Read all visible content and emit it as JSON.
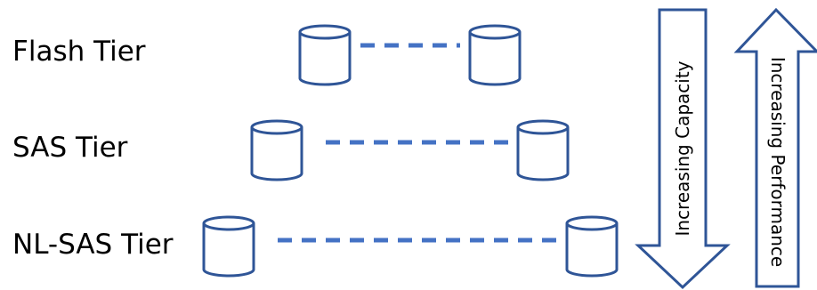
{
  "tiers": [
    {
      "label": "Flash Tier"
    },
    {
      "label": "SAS Tier"
    },
    {
      "label": "NL-SAS Tier"
    }
  ],
  "arrows": {
    "capacity": {
      "label": "Increasing Capacity",
      "direction": "down"
    },
    "performance": {
      "label": "Increasing Performance",
      "direction": "up"
    }
  },
  "colors": {
    "cylinder_stroke": "#2F5597",
    "dash": "#4472C4",
    "arrow_stroke": "#2F5597",
    "text": "#000000"
  }
}
